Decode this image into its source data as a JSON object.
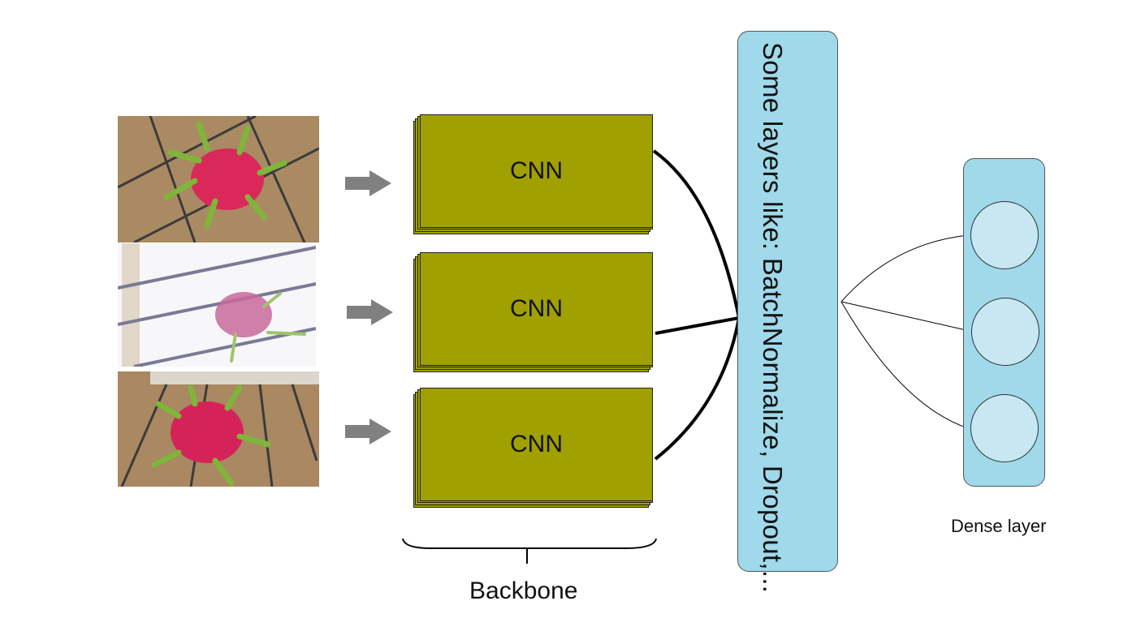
{
  "backbone": {
    "blocks": [
      {
        "label": "CNN"
      },
      {
        "label": "CNN"
      },
      {
        "label": "CNN"
      }
    ],
    "caption": "Backbone",
    "block_color": "#a0a000"
  },
  "middle": {
    "text": "Some layers like: BatchNormalize, Dropout,...",
    "color": "#9fd9ea"
  },
  "dense": {
    "caption": "Dense layer",
    "neuron_count": 3,
    "color": "#9fd9ea",
    "neuron_color": "#c7e8f2"
  },
  "inputs": [
    {
      "name": "dragon-fruit-image-1"
    },
    {
      "name": "dragon-fruit-image-2"
    },
    {
      "name": "dragon-fruit-image-3"
    }
  ],
  "arrow_color": "#808080"
}
